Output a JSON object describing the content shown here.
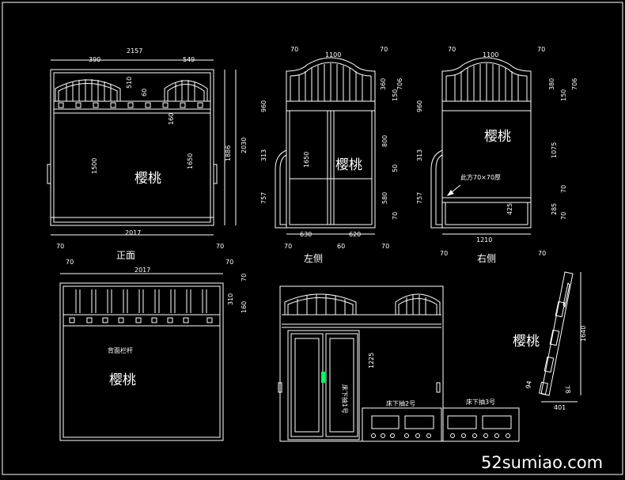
{
  "colors": {
    "background": "#000000",
    "line": "#ffffff",
    "accent": "#00ff66"
  },
  "views": {
    "front": {
      "title": "正面",
      "material": "樱桃",
      "dims": {
        "top_total": "2157",
        "top_left": "390",
        "top_right": "549",
        "d510": "510",
        "d60": "60",
        "d160": "160",
        "h1500": "1500",
        "h1650": "1650",
        "h1886": "1886",
        "h2030": "2030",
        "bottom": "2017",
        "m70a": "70",
        "m70b": "70",
        "m70c": "70",
        "m70d": "70"
      }
    },
    "left": {
      "title": "左侧",
      "material": "樱桃",
      "dims": {
        "top": "1100",
        "t70a": "70",
        "t70b": "70",
        "r360": "360",
        "r150": "150",
        "r706": "706",
        "l960": "960",
        "l313": "313",
        "l757": "757",
        "c1650": "1650",
        "r800": "800",
        "r50": "50",
        "r580": "580",
        "r70": "70",
        "b630": "630",
        "b60": "60",
        "b620": "620",
        "b70a": "70",
        "b70b": "70"
      }
    },
    "right": {
      "title": "右侧",
      "material": "樱桃",
      "note": "此方70×70厚",
      "dims": {
        "top": "1100",
        "t70a": "70",
        "t70b": "70",
        "r380": "380",
        "r706": "706",
        "r150": "150",
        "l960": "960",
        "l313": "313",
        "l757": "757",
        "r1075": "1075",
        "r70": "70",
        "r285": "285",
        "r70b": "70",
        "c425": "425",
        "bottom": "1210",
        "b70a": "70",
        "b70b": "70"
      }
    },
    "back": {
      "label": "背面栏杆",
      "material": "樱桃",
      "dims": {
        "top": "2017",
        "r310": "310",
        "r160": "160",
        "r70": "70"
      }
    },
    "lower": {
      "dim1225": "1225",
      "drawer_a": "床下抽1号",
      "drawer_b": "床下抽2号",
      "drawer_c": "床下抽3号"
    },
    "ladder": {
      "material": "樱桃",
      "h": "1640",
      "w": "401",
      "a": "94",
      "b": "78"
    }
  },
  "watermark": "52sumiao.com"
}
